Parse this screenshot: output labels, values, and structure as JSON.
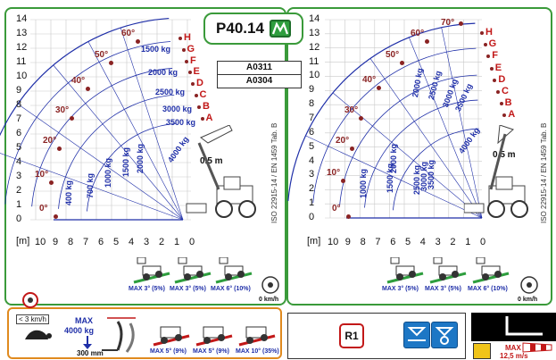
{
  "header": {
    "model": "P40.14",
    "codes": [
      "A0311",
      "A0304"
    ],
    "standard": "ISO 22915-14 / EN 1459 Tab. B"
  },
  "left_chart": {
    "y_ticks": [
      "14",
      "13",
      "12",
      "11",
      "10",
      "9",
      "8",
      "7",
      "6",
      "5",
      "4",
      "3",
      "2",
      "1",
      "0"
    ],
    "x_ticks": [
      "10",
      "9",
      "8",
      "7",
      "6",
      "5",
      "4",
      "3",
      "2",
      "1",
      "0"
    ],
    "unit": "[m]",
    "angles": [
      "0°",
      "10°",
      "20°",
      "30°",
      "40°",
      "50°",
      "60°"
    ],
    "positions": [
      "H",
      "G",
      "F",
      "E",
      "D",
      "C",
      "B",
      "A"
    ],
    "loads_outer": [
      "1500 kg",
      "2000 kg",
      "2500 kg",
      "3000 kg",
      "3500 kg",
      "4000 kg"
    ],
    "loads_vertical": [
      "400 kg",
      "700 kg",
      "1000 kg",
      "1500 kg",
      "2000 kg"
    ],
    "distance": "0.5 m"
  },
  "right_chart": {
    "y_ticks": [
      "14",
      "13",
      "12",
      "11",
      "10",
      "9",
      "8",
      "7",
      "6",
      "5",
      "4",
      "3",
      "2",
      "1",
      "0"
    ],
    "x_ticks": [
      "10",
      "9",
      "8",
      "7",
      "6",
      "5",
      "4",
      "3",
      "2",
      "1",
      "0"
    ],
    "unit": "[m]",
    "angles": [
      "0°",
      "10°",
      "20°",
      "30°",
      "40°",
      "50°",
      "60°",
      "70°"
    ],
    "positions": [
      "H",
      "G",
      "F",
      "E",
      "D",
      "C",
      "B",
      "A"
    ],
    "loads_diag": [
      "2000 kg",
      "2500 kg",
      "3000 kg",
      "3500 kg",
      "4000 kg"
    ],
    "loads_vertical": [
      "1000 kg",
      "1500 kg",
      "2000 kg",
      "2500 kg",
      "3000 kg",
      "3500 kg"
    ],
    "distance": "0.5 m"
  },
  "stability": {
    "left": [
      "MAX 3° (5%)",
      "MAX 3° (5%)",
      "MAX 6° (10%)",
      "0 km/h"
    ],
    "right": [
      "MAX 3° (5%)",
      "MAX 3° (5%)",
      "MAX 6° (10%)",
      "0 km/h"
    ]
  },
  "bottom": {
    "speed": "< 3 km/h",
    "max_load_title": "MAX",
    "max_load_value": "4000 kg",
    "max_height": "300 mm",
    "slopes": [
      "MAX 5° (9%)",
      "MAX 5° (9%)",
      "MAX 10° (35%)"
    ],
    "r1": "R1",
    "wind_max": "MAX",
    "wind_speed": "12,5 m/s"
  }
}
